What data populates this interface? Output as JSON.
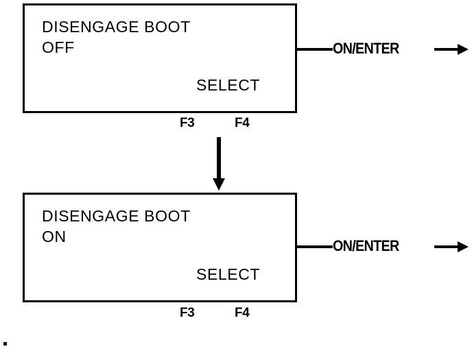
{
  "meta": {
    "title": "Disengage Boot Setting Flow"
  },
  "colors": {
    "ink": "#000000",
    "background": "#ffffff"
  },
  "panels": [
    {
      "id": "panel-1",
      "line1": "DISENGAGE BOOT",
      "line2": "OFF",
      "softkey": "SELECT",
      "fkeys": [
        {
          "label": "F3"
        },
        {
          "label": "F4"
        }
      ]
    },
    {
      "id": "panel-2",
      "line1": "DISENGAGE BOOT",
      "line2": "ON",
      "softkey": "SELECT",
      "fkeys": [
        {
          "label": "F3"
        },
        {
          "label": "F4"
        }
      ]
    }
  ],
  "transitions": {
    "horizontal": [
      {
        "label": "ON/ENTER",
        "icon": "arrow-right-icon"
      },
      {
        "label": "ON/ENTER",
        "icon": "arrow-right-icon"
      }
    ],
    "vertical": {
      "icon": "arrow-down-icon"
    }
  }
}
